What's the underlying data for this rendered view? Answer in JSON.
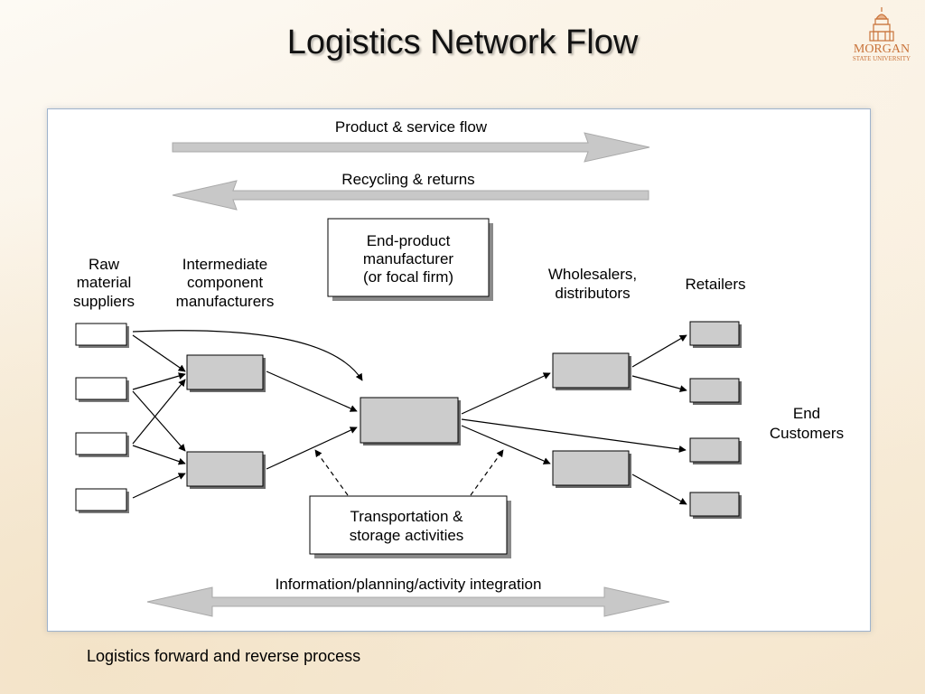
{
  "slide": {
    "title": "Logistics Network Flow",
    "caption": "Logistics forward and reverse process"
  },
  "logo": {
    "icon": "building-dome-icon",
    "line1": "MORGAN",
    "line2": "STATE UNIVERSITY",
    "color": "#c9733a"
  },
  "diagram": {
    "flows": {
      "product": "Product & service flow",
      "recycling": "Recycling & returns",
      "information": "Information/planning/activity integration"
    },
    "columns": {
      "raw": [
        "Raw",
        "material",
        "suppliers"
      ],
      "intermediate": [
        "Intermediate",
        "component",
        "manufacturers"
      ],
      "wholesalers": [
        "Wholesalers,",
        "distributors"
      ],
      "retailers": "Retailers",
      "end_customers": [
        "End",
        "Customers"
      ]
    },
    "focal_label": [
      "End-product",
      "manufacturer",
      "(or focal firm)"
    ],
    "transport_label": [
      "Transportation &",
      "storage activities"
    ],
    "colors": {
      "arrow_fill": "#c8c8c8",
      "node_fill": "#cccccc",
      "line": "#000000"
    }
  }
}
